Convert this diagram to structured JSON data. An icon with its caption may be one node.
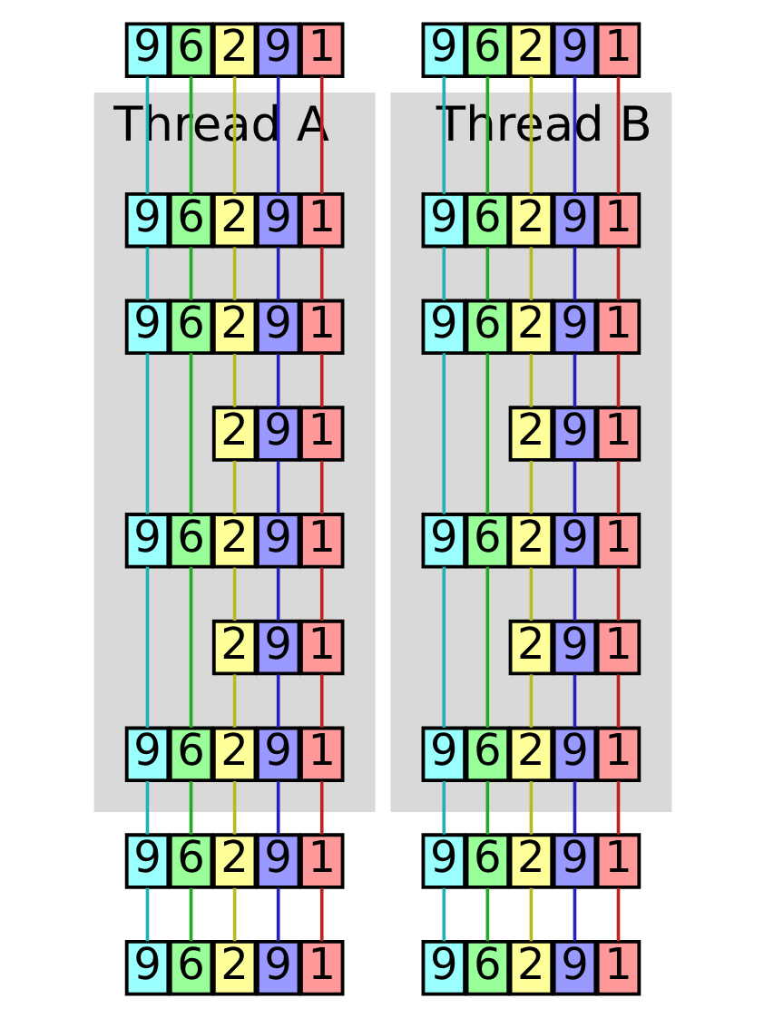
{
  "diagram": {
    "nodes": [
      {
        "text": [
          "9"
        ]
      },
      {
        "text": [
          "6"
        ]
      },
      {
        "text": [
          "2"
        ]
      },
      {
        "text": [
          "9"
        ]
      },
      {
        "text": [
          "1"
        ]
      },
      {
        "text": [
          "9"
        ]
      },
      {
        "text": [
          "6"
        ]
      },
      {
        "text": [
          "2"
        ]
      },
      {
        "text": [
          "9"
        ]
      },
      {
        "text": [
          "1"
        ]
      },
      {
        "text": [
          "Thread A"
        ]
      },
      {
        "text": [
          "9"
        ],
        "in": 10
      },
      {
        "text": [
          "6"
        ],
        "in": 10
      },
      {
        "text": [
          "2"
        ],
        "in": 10
      },
      {
        "text": [
          "9"
        ],
        "in": 10
      },
      {
        "text": [
          "1"
        ],
        "in": 10
      },
      {
        "text": [
          "9"
        ],
        "in": 10
      },
      {
        "text": [
          "6"
        ],
        "in": 10
      },
      {
        "text": [
          "2"
        ],
        "in": 10
      },
      {
        "text": [
          "9"
        ],
        "in": 10
      },
      {
        "text": [
          "1"
        ],
        "in": 10
      },
      {
        "text": [
          "2"
        ],
        "in": 10
      },
      {
        "text": [
          "9"
        ],
        "in": 10
      },
      {
        "text": [
          "1"
        ],
        "in": 10
      },
      {
        "text": [
          "9"
        ],
        "in": 10
      },
      {
        "text": [
          "6"
        ],
        "in": 10
      },
      {
        "text": [
          "2"
        ],
        "in": 10
      },
      {
        "text": [
          "9"
        ],
        "in": 10
      },
      {
        "text": [
          "1"
        ],
        "in": 10
      },
      {
        "text": [
          "2"
        ],
        "in": 10
      },
      {
        "text": [
          "9"
        ],
        "in": 10
      },
      {
        "text": [
          "1"
        ],
        "in": 10
      },
      {
        "text": [
          "6"
        ],
        "in": 10
      },
      {
        "text": [
          "9"
        ],
        "in": 10
      },
      {
        "text": [
          "1"
        ],
        "in": 10
      },
      {
        "text": [
          "2"
        ],
        "in": 10
      },
      {
        "text": [
          "9"
        ],
        "in": 10
      },
      {
        "text": [
          "Thread B"
        ]
      },
      {
        "text": [
          "9"
        ],
        "in": 37
      },
      {
        "text": [
          "6"
        ],
        "in": 37
      },
      {
        "text": [
          "2"
        ],
        "in": 37
      },
      {
        "text": [
          "9"
        ],
        "in": 37
      },
      {
        "text": [
          "1"
        ],
        "in": 37
      },
      {
        "text": [
          "9"
        ],
        "in": 37
      },
      {
        "text": [
          "6"
        ],
        "in": 37
      },
      {
        "text": [
          "2"
        ],
        "in": 37
      },
      {
        "text": [
          "9"
        ],
        "in": 37
      },
      {
        "text": [
          "1"
        ],
        "in": 37
      },
      {
        "text": [
          "2"
        ],
        "in": 37
      },
      {
        "text": [
          "9"
        ],
        "in": 37
      },
      {
        "text": [
          "1"
        ],
        "in": 37
      },
      {
        "text": [
          "9"
        ],
        "in": 37
      },
      {
        "text": [
          "6"
        ],
        "in": 37
      },
      {
        "text": [
          "2"
        ],
        "in": 37
      },
      {
        "text": [
          "9"
        ],
        "in": 37
      },
      {
        "text": [
          "1"
        ],
        "in": 37
      },
      {
        "text": [
          "2"
        ],
        "in": 37
      },
      {
        "text": [
          "9"
        ],
        "in": 37
      },
      {
        "text": [
          "1"
        ],
        "in": 37
      },
      {
        "text": [
          "6"
        ],
        "in": 37
      },
      {
        "text": [
          "9"
        ],
        "in": 37
      },
      {
        "text": [
          "1"
        ],
        "in": 37
      },
      {
        "text": [
          "2"
        ],
        "in": 37
      },
      {
        "text": [
          "9"
        ],
        "in": 37
      },
      {
        "text": [
          "1"
        ]
      },
      {
        "text": [
          "2"
        ]
      },
      {
        "text": [
          "6"
        ]
      },
      {
        "text": [
          "9"
        ]
      },
      {
        "text": [
          "9"
        ]
      },
      {
        "text": [
          "1"
        ]
      },
      {
        "text": [
          "2"
        ]
      },
      {
        "text": [
          "6"
        ]
      },
      {
        "text": [
          "9"
        ]
      },
      {
        "text": [
          "9"
        ]
      },
      {
        "text": [
          "1"
        ]
      },
      {
        "text": [
          "1"
        ]
      },
      {
        "text": [
          "2"
        ]
      },
      {
        "text": [
          "2"
        ]
      },
      {
        "text": [
          "6"
        ]
      },
      {
        "text": [
          "6"
        ]
      },
      {
        "text": [
          "9"
        ]
      },
      {
        "text": [
          "9"
        ]
      },
      {
        "text": [
          "9"
        ]
      },
      {
        "text": [
          "9"
        ]
      }
    ],
    "edges": [
      {
        "from": 0,
        "to": 11,
        "arrow": "none",
        "color": "#20b2b2"
      },
      {
        "from": 1,
        "to": 12,
        "arrow": "none",
        "color": "#22aa22"
      },
      {
        "from": 2,
        "to": 13,
        "arrow": "none",
        "color": "#b8b820"
      },
      {
        "from": 3,
        "to": 14,
        "arrow": "none",
        "color": "#2222bb"
      },
      {
        "from": 4,
        "to": 15,
        "arrow": "none",
        "color": "#bb2222"
      },
      {
        "from": 5,
        "to": 38,
        "arrow": "none",
        "color": "#20b2b2"
      },
      {
        "from": 6,
        "to": 39,
        "arrow": "none",
        "color": "#22aa22"
      },
      {
        "from": 7,
        "to": 40,
        "arrow": "none",
        "color": "#b8b820"
      },
      {
        "from": 8,
        "to": 41,
        "arrow": "none",
        "color": "#2222bb"
      },
      {
        "from": 9,
        "to": 42,
        "arrow": "none",
        "color": "#bb2222"
      },
      {
        "from": 11,
        "to": 16,
        "arrow": "none",
        "color": "#20b2b2"
      },
      {
        "from": 12,
        "to": 17,
        "arrow": "none",
        "color": "#22aa22"
      },
      {
        "from": 13,
        "to": 18,
        "arrow": "none",
        "color": "#b8b820"
      },
      {
        "from": 14,
        "to": 19,
        "arrow": "none",
        "color": "#2222bb"
      },
      {
        "from": 15,
        "to": 20,
        "arrow": "none",
        "color": "#bb2222"
      },
      {
        "from": 16,
        "to": 24,
        "arrow": "none",
        "color": "#20b2b2"
      },
      {
        "from": 17,
        "to": 25,
        "arrow": "none",
        "color": "#22aa22"
      },
      {
        "from": 18,
        "to": 21,
        "arrow": "none",
        "color": "#b8b820"
      },
      {
        "from": 19,
        "to": 22,
        "arrow": "none",
        "color": "#2222bb"
      },
      {
        "from": 20,
        "to": 23,
        "arrow": "none",
        "color": "#bb2222"
      },
      {
        "from": 21,
        "to": 26,
        "arrow": "none",
        "color": "#b8b820"
      },
      {
        "from": 22,
        "to": 27,
        "arrow": "none",
        "color": "#2222bb"
      },
      {
        "from": 23,
        "to": 28,
        "arrow": "none",
        "color": "#bb2222"
      },
      {
        "from": 26,
        "to": 29,
        "arrow": "none",
        "color": "#b8b820"
      },
      {
        "from": 27,
        "to": 30,
        "arrow": "none",
        "color": "#2222bb"
      },
      {
        "from": 28,
        "to": 31,
        "arrow": "none",
        "color": "#bb2222"
      },
      {
        "from": 24,
        "to": 33,
        "arrow": "none",
        "color": "#20b2b2"
      },
      {
        "from": 25,
        "to": 32,
        "arrow": "none",
        "color": "#22aa22"
      },
      {
        "from": 29,
        "to": 35,
        "arrow": "none",
        "color": "#b8b820"
      },
      {
        "from": 30,
        "to": 36,
        "arrow": "none",
        "color": "#2222bb"
      },
      {
        "from": 31,
        "to": 34,
        "arrow": "none",
        "color": "#bb2222"
      },
      {
        "from": 38,
        "to": 43,
        "arrow": "none",
        "color": "#20b2b2"
      },
      {
        "from": 39,
        "to": 44,
        "arrow": "none",
        "color": "#22aa22"
      },
      {
        "from": 40,
        "to": 45,
        "arrow": "none",
        "color": "#b8b820"
      },
      {
        "from": 41,
        "to": 46,
        "arrow": "none",
        "color": "#2222bb"
      },
      {
        "from": 42,
        "to": 47,
        "arrow": "none",
        "color": "#bb2222"
      },
      {
        "from": 43,
        "to": 51,
        "arrow": "none",
        "color": "#20b2b2"
      },
      {
        "from": 44,
        "to": 52,
        "arrow": "none",
        "color": "#22aa22"
      },
      {
        "from": 45,
        "to": 48,
        "arrow": "none",
        "color": "#b8b820"
      },
      {
        "from": 46,
        "to": 49,
        "arrow": "none",
        "color": "#2222bb"
      },
      {
        "from": 47,
        "to": 50,
        "arrow": "none",
        "color": "#bb2222"
      },
      {
        "from": 48,
        "to": 53,
        "arrow": "none",
        "color": "#b8b820"
      },
      {
        "from": 49,
        "to": 54,
        "arrow": "none",
        "color": "#2222bb"
      },
      {
        "from": 50,
        "to": 55,
        "arrow": "none",
        "color": "#bb2222"
      },
      {
        "from": 53,
        "to": 56,
        "arrow": "none",
        "color": "#b8b820"
      },
      {
        "from": 54,
        "to": 57,
        "arrow": "none",
        "color": "#2222bb"
      },
      {
        "from": 55,
        "to": 58,
        "arrow": "none",
        "color": "#bb2222"
      },
      {
        "from": 51,
        "to": 60,
        "arrow": "none",
        "color": "#20b2b2"
      },
      {
        "from": 52,
        "to": 59,
        "arrow": "none",
        "color": "#22aa22"
      },
      {
        "from": 56,
        "to": 62,
        "arrow": "none",
        "color": "#b8b820"
      },
      {
        "from": 57,
        "to": 63,
        "arrow": "none",
        "color": "#2222bb"
      },
      {
        "from": 58,
        "to": 61,
        "arrow": "none",
        "color": "#bb2222"
      },
      {
        "from": 32,
        "to": 66,
        "arrow": "none",
        "color": "#22aa22"
      },
      {
        "from": 33,
        "to": 67,
        "arrow": "none",
        "color": "#20b2b2"
      },
      {
        "from": 34,
        "to": 64,
        "arrow": "none",
        "color": "#bb2222"
      },
      {
        "from": 35,
        "to": 65,
        "arrow": "none",
        "color": "#b8b820"
      },
      {
        "from": 36,
        "to": 68,
        "arrow": "none",
        "color": "#2222bb"
      },
      {
        "from": 59,
        "to": 71,
        "arrow": "none",
        "color": "#22aa22"
      },
      {
        "from": 60,
        "to": 72,
        "arrow": "none",
        "color": "#20b2b2"
      },
      {
        "from": 61,
        "to": 69,
        "arrow": "none",
        "color": "#bb2222"
      },
      {
        "from": 62,
        "to": 70,
        "arrow": "none",
        "color": "#b8b820"
      },
      {
        "from": 63,
        "to": 73,
        "arrow": "none",
        "color": "#2222bb"
      },
      {
        "from": 64,
        "to": 74,
        "arrow": "none",
        "color": "#bb2222"
      },
      {
        "from": 65,
        "to": 76,
        "arrow": "none",
        "color": "#b8b820"
      },
      {
        "from": 66,
        "to": 78,
        "arrow": "none",
        "color": "#22aa22"
      },
      {
        "from": 67,
        "to": 80,
        "arrow": "none",
        "color": "#20b2b2"
      },
      {
        "from": 68,
        "to": 81,
        "arrow": "none",
        "color": "#2222bb"
      },
      {
        "from": 69,
        "to": 75,
        "arrow": "none",
        "color": "#bb2222"
      },
      {
        "from": 70,
        "to": 77,
        "arrow": "none",
        "color": "#b8b820"
      },
      {
        "from": 71,
        "to": 79,
        "arrow": "none",
        "color": "#22aa22"
      },
      {
        "from": 72,
        "to": 82,
        "arrow": "none",
        "color": "#20b2b2"
      },
      {
        "from": 73,
        "to": 83,
        "arrow": "none",
        "color": "#2222bb"
      }
    ]
  }
}
